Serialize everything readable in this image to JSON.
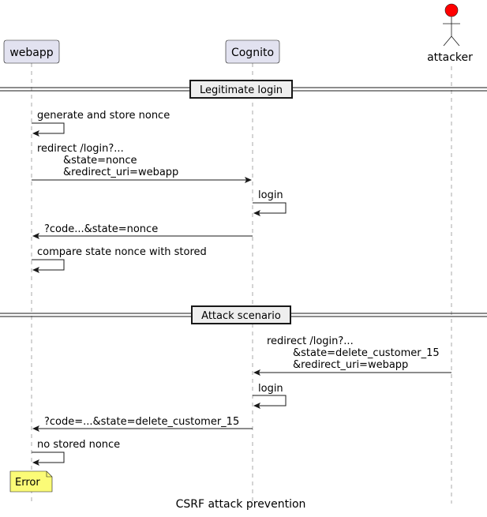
{
  "participants": {
    "webapp": "webapp",
    "cognito": "Cognito",
    "attacker": "attacker"
  },
  "sections": {
    "legit": "Legitimate login",
    "attack": "Attack scenario"
  },
  "messages": {
    "m1": "generate and store nonce",
    "m2_line1": "redirect /login?...",
    "m2_line2": "&state=nonce",
    "m2_line3": "&redirect_uri=webapp",
    "m3": "login",
    "m4": "?code...&state=nonce",
    "m5": "compare state nonce with stored",
    "m6_line1": "redirect /login?...",
    "m6_line2": "&state=delete_customer_15",
    "m6_line3": "&redirect_uri=webapp",
    "m7": "login",
    "m8": "?code=...&state=delete_customer_15",
    "m9": "no stored nonce"
  },
  "note": "Error",
  "caption": "CSRF attack prevention",
  "colors": {
    "participant_fill": "#e2e2f0",
    "participant_stroke": "#181818",
    "actor_head": "#ff0000",
    "section_fill": "#eeeeee",
    "note_fill": "#fbfb77"
  }
}
